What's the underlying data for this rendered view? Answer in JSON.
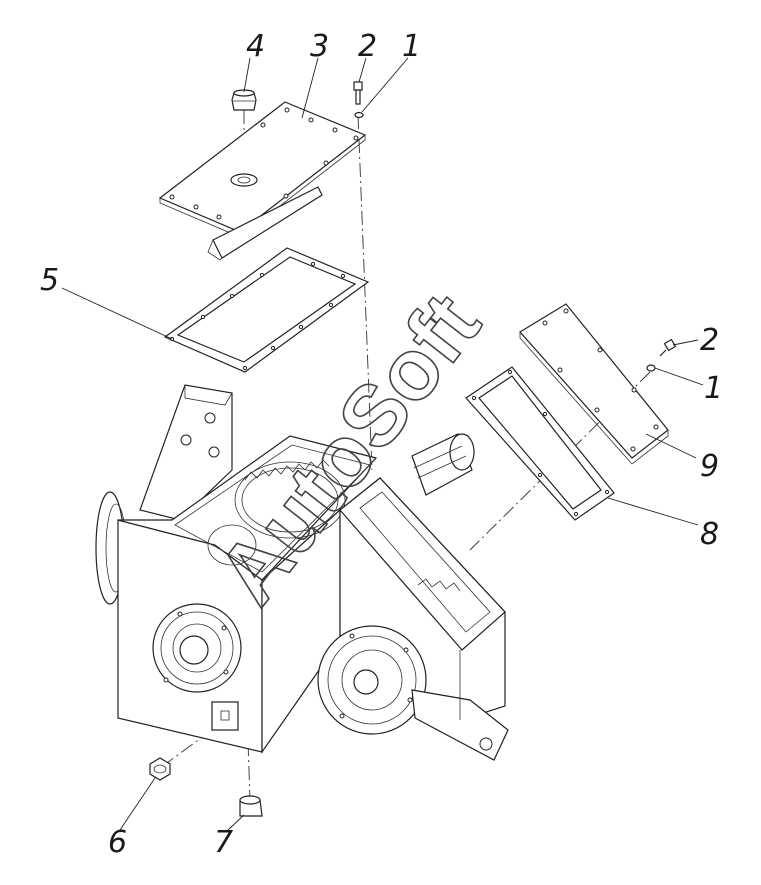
{
  "drawing": {
    "callouts": [
      {
        "id": "c4",
        "label": "4"
      },
      {
        "id": "c3",
        "label": "3"
      },
      {
        "id": "c2a",
        "label": "2"
      },
      {
        "id": "c1a",
        "label": "1"
      },
      {
        "id": "c5",
        "label": "5"
      },
      {
        "id": "c2b",
        "label": "2"
      },
      {
        "id": "c1b",
        "label": "1"
      },
      {
        "id": "c9",
        "label": "9"
      },
      {
        "id": "c8",
        "label": "8"
      },
      {
        "id": "c6",
        "label": "6"
      },
      {
        "id": "c7",
        "label": "7"
      }
    ],
    "watermark": "AutoSoft"
  }
}
